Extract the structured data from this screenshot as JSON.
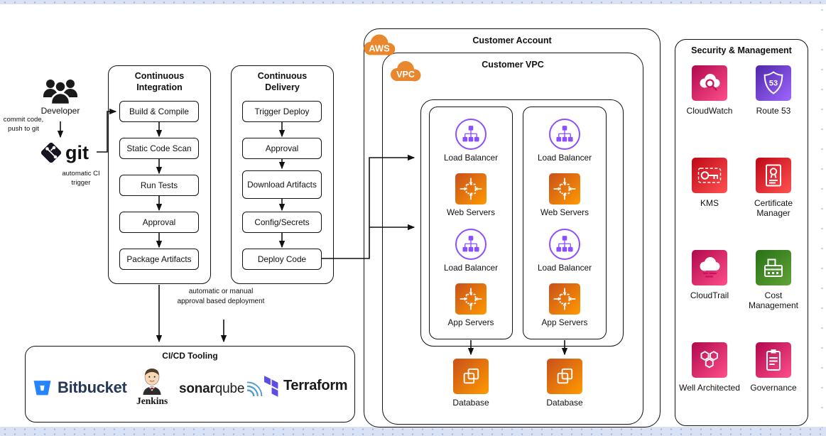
{
  "developer": {
    "label": "Developer",
    "note": "commit code, push to git"
  },
  "git": {
    "label": "git",
    "note": "automatic CI trigger"
  },
  "ci": {
    "title": "Continuous Integration",
    "steps": [
      "Build & Compile",
      "Static Code Scan",
      "Run Tests",
      "Approval",
      "Package Artifacts"
    ]
  },
  "cd": {
    "title": "Continuous Delivery",
    "steps": [
      "Trigger Deploy",
      "Approval",
      "Download Artifacts",
      "Config/Secrets",
      "Deploy Code"
    ]
  },
  "deployment_note": "automatic or manual approval based deployment",
  "tooling": {
    "title": "CI/CD Tooling",
    "bitbucket": "Bitbucket",
    "jenkins": "Jenkins",
    "sonar_bold": "sonar",
    "sonar_light": "qube",
    "terraform": "Terraform"
  },
  "cloud": {
    "aws_badge": "AWS",
    "vpc_badge": "VPC",
    "account_title": "Customer Account",
    "vpc_title": "Customer VPC",
    "columns": [
      {
        "items": [
          "Load Balancer",
          "Web Servers",
          "Load Balancer",
          "App Servers"
        ],
        "database": "Database"
      },
      {
        "items": [
          "Load Balancer",
          "Web Servers",
          "Load Balancer",
          "App Servers"
        ],
        "database": "Database"
      }
    ]
  },
  "security": {
    "title": "Security & Management",
    "route53_glyph": "53",
    "services": [
      {
        "label": "CloudWatch",
        "category": "management"
      },
      {
        "label": "Route 53",
        "category": "network"
      },
      {
        "label": "KMS",
        "category": "security"
      },
      {
        "label": "Certificate Manager",
        "category": "security"
      },
      {
        "label": "CloudTrail",
        "category": "management"
      },
      {
        "label": "Cost Management",
        "category": "cost"
      },
      {
        "label": "Well Architected",
        "category": "management"
      },
      {
        "label": "Governance",
        "category": "management"
      }
    ]
  },
  "colors": {
    "aws_orange": "#E8872E",
    "compute_orange_gradient": [
      "#C8511B",
      "#FF9900"
    ],
    "network_purple": "#8C4FFF",
    "management_pink_gradient": [
      "#B0084D",
      "#FF4F8B"
    ],
    "security_red_gradient": [
      "#BD0816",
      "#FF5252"
    ],
    "cost_green_gradient": [
      "#277116",
      "#60A337"
    ],
    "bitbucket_blue": "#2684FF",
    "bitbucket_navy": "#253858",
    "terraform_purple": "#5C4EE5",
    "sonar_wave_blue": "#4E9BCD"
  },
  "icons": {
    "developer-icon": "people-group",
    "git-icon": "git-diamond",
    "aws-cloud-badge": "orange-cloud",
    "vpc-cloud-badge": "orange-cloud",
    "load-balancer-icon": "purple-network-circle",
    "web-servers-icon": "orange-instance-square",
    "app-servers-icon": "orange-instance-square",
    "database-icon": "orange-container-square",
    "bitbucket-icon": "blue-bucket",
    "jenkins-icon": "butler-figure",
    "sonarqube-waves-icon": "sonar-waves",
    "terraform-icon": "purple-blocks",
    "cloudwatch-icon": "cloud-magnifier",
    "route53-icon": "route-shield",
    "kms-icon": "key",
    "certificate-manager-icon": "certificate-seal",
    "cloudtrail-icon": "cloud-trails",
    "cost-management-icon": "cash-register",
    "well-architected-icon": "hexagons",
    "governance-icon": "clipboard-list"
  }
}
